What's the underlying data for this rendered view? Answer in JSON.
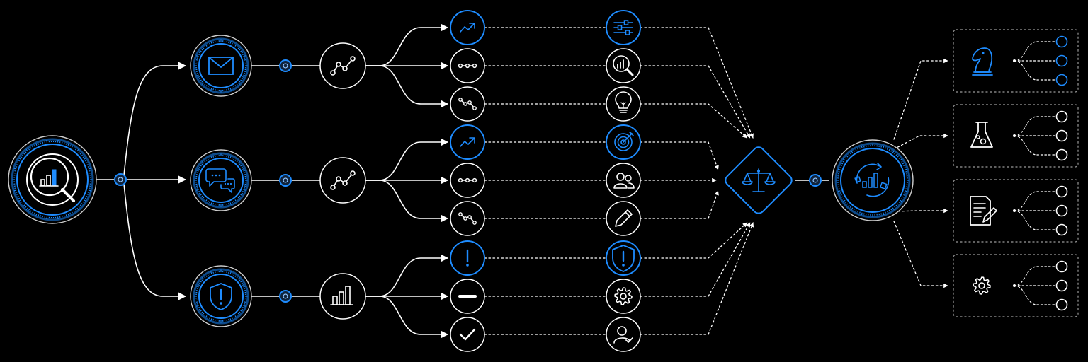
{
  "colors": {
    "background": "#000000",
    "line": "#ffffff",
    "accent": "#1e8cff",
    "accent_dim": "#0d4a8a",
    "dash_box": "#9a9a9a"
  },
  "source": {
    "icon": "analytics-search-icon"
  },
  "channels": [
    {
      "id": "email",
      "icon": "envelope-icon",
      "process_icon": "trend-line-icon",
      "branches": [
        {
          "status": "trend-up-icon",
          "highlight": true,
          "action": "sliders-icon",
          "action_highlight": true
        },
        {
          "status": "flat-line-icon",
          "highlight": false,
          "action": "magnify-chart-icon",
          "action_highlight": false
        },
        {
          "status": "trend-down-icon",
          "highlight": false,
          "action": "lightbulb-icon",
          "action_highlight": false
        }
      ]
    },
    {
      "id": "chat",
      "icon": "chat-bubbles-icon",
      "process_icon": "trend-line-icon",
      "branches": [
        {
          "status": "trend-up-icon",
          "highlight": true,
          "action": "target-icon",
          "action_highlight": true
        },
        {
          "status": "flat-line-icon",
          "highlight": false,
          "action": "users-icon",
          "action_highlight": false
        },
        {
          "status": "trend-down-icon",
          "highlight": false,
          "action": "pencil-icon",
          "action_highlight": false
        }
      ]
    },
    {
      "id": "security",
      "icon": "shield-alert-icon",
      "process_icon": "bar-chart-icon",
      "branches": [
        {
          "status": "exclamation-icon",
          "highlight": true,
          "action": "shield-alert-icon",
          "action_highlight": true
        },
        {
          "status": "minus-icon",
          "highlight": false,
          "action": "gear-icon",
          "action_highlight": false
        },
        {
          "status": "check-icon",
          "highlight": false,
          "action": "user-check-icon",
          "action_highlight": false
        }
      ]
    }
  ],
  "decision": {
    "icon": "balance-scale-icon"
  },
  "cycle": {
    "icon": "cycle-chart-icon"
  },
  "outputs": [
    {
      "icon": "chess-knight-icon",
      "highlight": true
    },
    {
      "icon": "flask-icon",
      "highlight": false
    },
    {
      "icon": "document-pen-icon",
      "highlight": false
    },
    {
      "icon": "gear-icon",
      "highlight": false
    }
  ]
}
